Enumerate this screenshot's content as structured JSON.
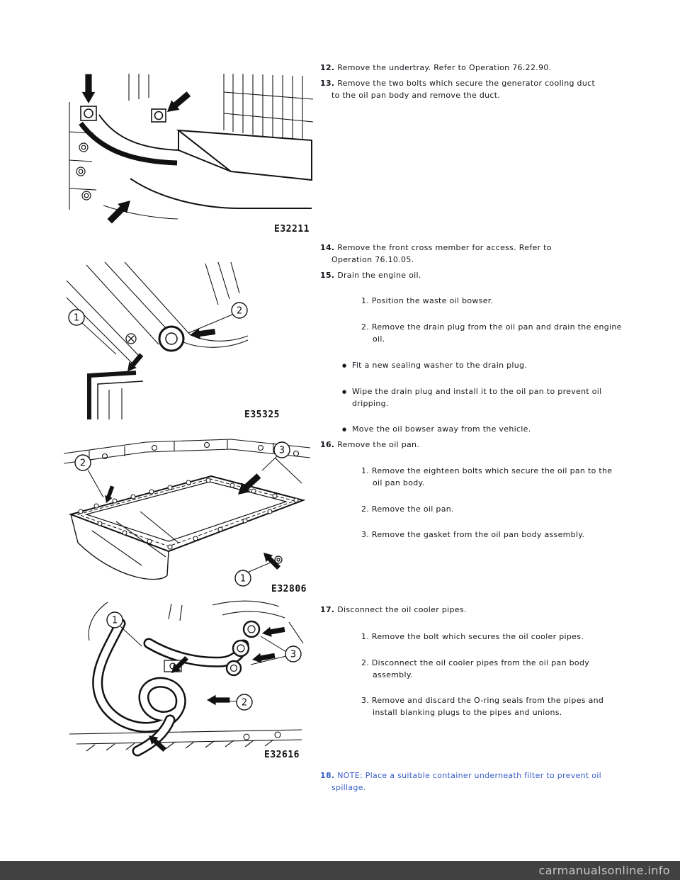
{
  "colors": {
    "text": "#17171f",
    "note-blue": "#3a5fc8",
    "footer-bar": "#414141",
    "footer-text": "#c9c9c9"
  },
  "glyphs": {
    "bullet": "●"
  },
  "steps": {
    "s12": {
      "num": "12.",
      "text": "Remove the undertray. Refer to Operation 76.22.90."
    },
    "s13": {
      "num": "13.",
      "text": "Remove the two bolts which secure the generator cooling duct to the oil pan body and remove the duct."
    },
    "s14": {
      "num": "14.",
      "text": "Remove the front cross member for access. Refer to Operation 76.10.05."
    },
    "s15": {
      "num": "15.",
      "text": "Drain the engine oil.",
      "substeps": [
        {
          "num": "1.",
          "text": "Position the waste oil bowser."
        },
        {
          "num": "2.",
          "text": "Remove the drain plug from the oil pan and drain the engine oil."
        }
      ],
      "bullets": [
        "Fit a new sealing washer to the drain plug.",
        "Wipe the drain plug and install it to the oil pan to prevent oil dripping.",
        "Move the oil bowser away from the vehicle."
      ]
    },
    "s16": {
      "num": "16.",
      "text": "Remove the oil pan.",
      "substeps": [
        {
          "num": "1.",
          "text": "Remove the eighteen bolts which secure the oil pan to the oil pan body."
        },
        {
          "num": "2.",
          "text": "Remove the oil pan."
        },
        {
          "num": "3.",
          "text": "Remove the gasket from the oil pan body assembly."
        }
      ]
    },
    "s17": {
      "num": "17.",
      "text": "Disconnect the oil cooler pipes.",
      "substeps": [
        {
          "num": "1.",
          "text": "Remove the bolt which secures the oil cooler pipes."
        },
        {
          "num": "2.",
          "text": "Disconnect the oil cooler pipes from the oil pan body assembly."
        },
        {
          "num": "3.",
          "text": "Remove and discard the O-ring seals from the pipes and install blanking plugs to the pipes and unions."
        }
      ]
    },
    "s18": {
      "num": "18.",
      "text": "NOTE: Place a suitable container underneath filter to prevent oil spillage."
    }
  },
  "figures": {
    "fig1": {
      "code": "E32211"
    },
    "fig2": {
      "code": "E35325",
      "callouts": [
        "1",
        "2"
      ]
    },
    "fig3": {
      "code": "E32806",
      "callouts": [
        "1",
        "2",
        "3"
      ]
    },
    "fig4": {
      "code": "E32616",
      "callouts": [
        "1",
        "2",
        "3"
      ]
    }
  },
  "footer": {
    "watermark": "carmanualsonline.info"
  }
}
